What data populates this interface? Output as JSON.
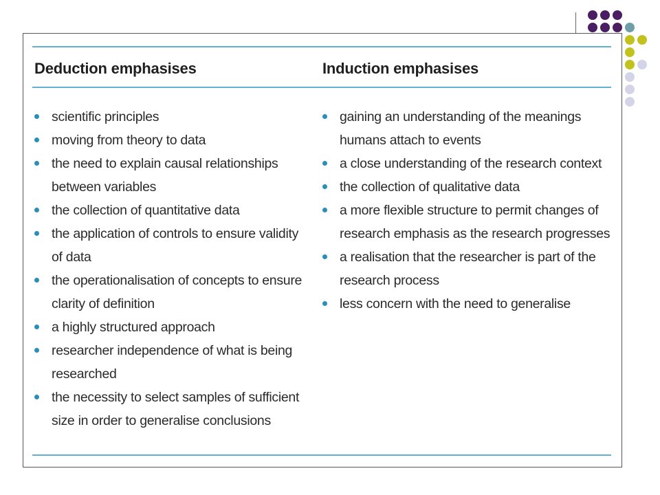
{
  "left": {
    "heading": "Deduction emphasises",
    "items": [
      "scientific principles",
      "moving from theory to data",
      "the need to explain causal relationships between variables",
      "the collection of quantitative data",
      "the application of controls to ensure validity of data",
      "the operationalisation of concepts to ensure clarity of definition",
      "a highly structured approach",
      "researcher independence of what is being researched",
      "the necessity to select samples of sufficient size in order to generalise conclusions"
    ]
  },
  "right": {
    "heading": "Induction emphasises",
    "items": [
      "gaining an understanding of the meanings humans attach to events",
      "a close understanding of the research context",
      "the collection of qualitative data",
      "a more flexible structure to permit changes of research emphasis as the research progresses",
      "a realisation that the researcher is part of the research process",
      "less concern with the need to generalise"
    ]
  },
  "colors": {
    "rule": "#5fb2cf",
    "bullet": "#2a8fb8",
    "dot_purple": "#4b1e63",
    "dot_teal": "#6f9ea8",
    "dot_olive": "#c3c21c",
    "dot_lavender": "#d4d4e8"
  }
}
